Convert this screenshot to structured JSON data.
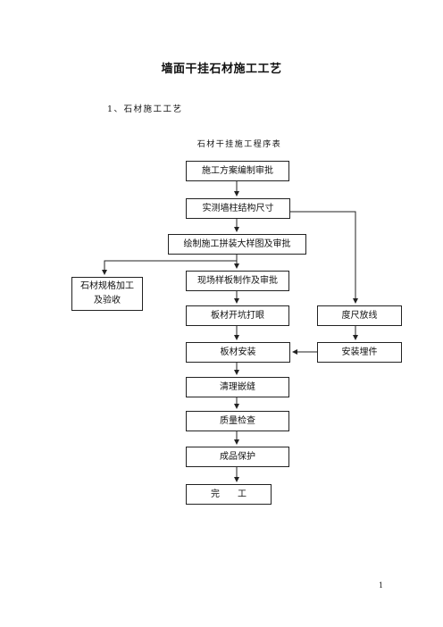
{
  "document": {
    "title": "墙面干挂石材施工工艺",
    "section_heading": "1、石材施工工艺",
    "flow_title": "石材干挂施工程序表",
    "page_number": "1"
  },
  "flowchart": {
    "steps": [
      "施工方案编制审批",
      "实测墙柱结构尺寸",
      "绘制施工拼装大样图及审批",
      "现场样板制作及审批",
      "板材开坑打眼",
      "板材安装",
      "清理嵌缝",
      "质量检查",
      "成品保护",
      "完　　工"
    ],
    "side_left": "石材规格加工及验收",
    "side_right": [
      "度尺放线",
      "安装埋件"
    ]
  }
}
